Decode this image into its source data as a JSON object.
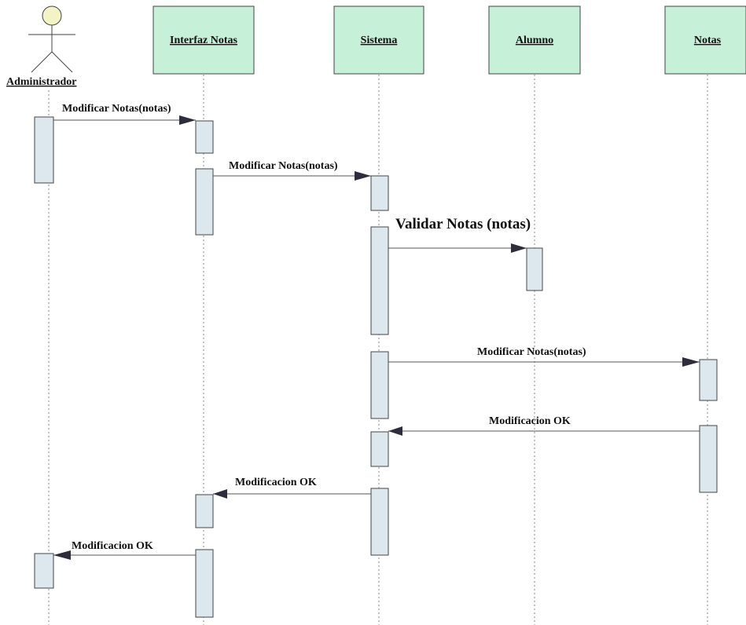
{
  "actor": {
    "name": "Administrador"
  },
  "participants": [
    {
      "id": "interfaz",
      "name": "Interfaz Notas"
    },
    {
      "id": "sistema",
      "name": "Sistema"
    },
    {
      "id": "alumno",
      "name": "Alumno"
    },
    {
      "id": "notas",
      "name": "Notas"
    }
  ],
  "messages": [
    {
      "label": "Modificar Notas(notas)",
      "from": "Administrador",
      "to": "Interfaz Notas"
    },
    {
      "label": "Modificar Notas(notas)",
      "from": "Interfaz Notas",
      "to": "Sistema"
    },
    {
      "label": "Validar Notas (notas)",
      "from": "Sistema",
      "to": "Alumno"
    },
    {
      "label": "Modificar Notas(notas)",
      "from": "Sistema",
      "to": "Notas"
    },
    {
      "label": "Modificacion OK",
      "from": "Notas",
      "to": "Sistema"
    },
    {
      "label": "Modificacion OK",
      "from": "Sistema",
      "to": "Interfaz Notas"
    },
    {
      "label": "Modificacion OK",
      "from": "Interfaz Notas",
      "to": "Administrador"
    }
  ],
  "colors": {
    "participant_fill": "#c6f0d8",
    "activation_fill": "#dde8ee",
    "arrow": "#2d2d3c",
    "actor_head": "#f3f3c6"
  }
}
